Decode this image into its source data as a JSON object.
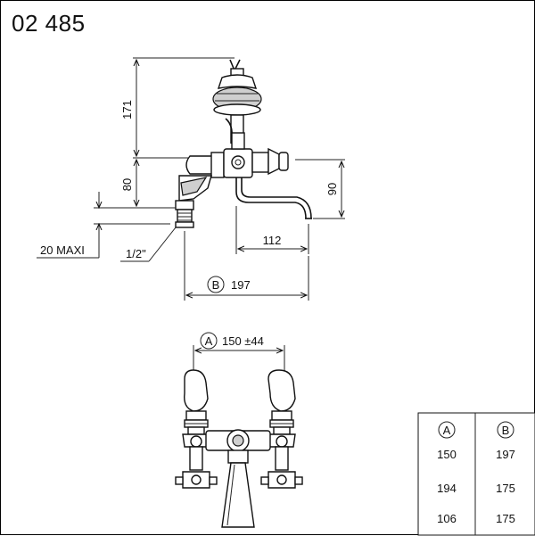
{
  "drawing": {
    "reference": "02 485",
    "side_view": {
      "dim_height_top": "171",
      "dim_body_height": "80",
      "dim_spout_drop": "90",
      "dim_spout_reach": "112",
      "dim_deck_thickness": "20 MAXI",
      "dim_thread": "1/2\"",
      "dim_b_letter": "B",
      "dim_b_value": "197"
    },
    "front_view": {
      "dim_a_letter": "A",
      "dim_a_value": "150 ±44"
    },
    "table": {
      "headers": [
        "A",
        "B"
      ],
      "rows": [
        [
          "150",
          "197"
        ],
        [
          "194",
          "175"
        ],
        [
          "106",
          "175"
        ]
      ]
    }
  }
}
